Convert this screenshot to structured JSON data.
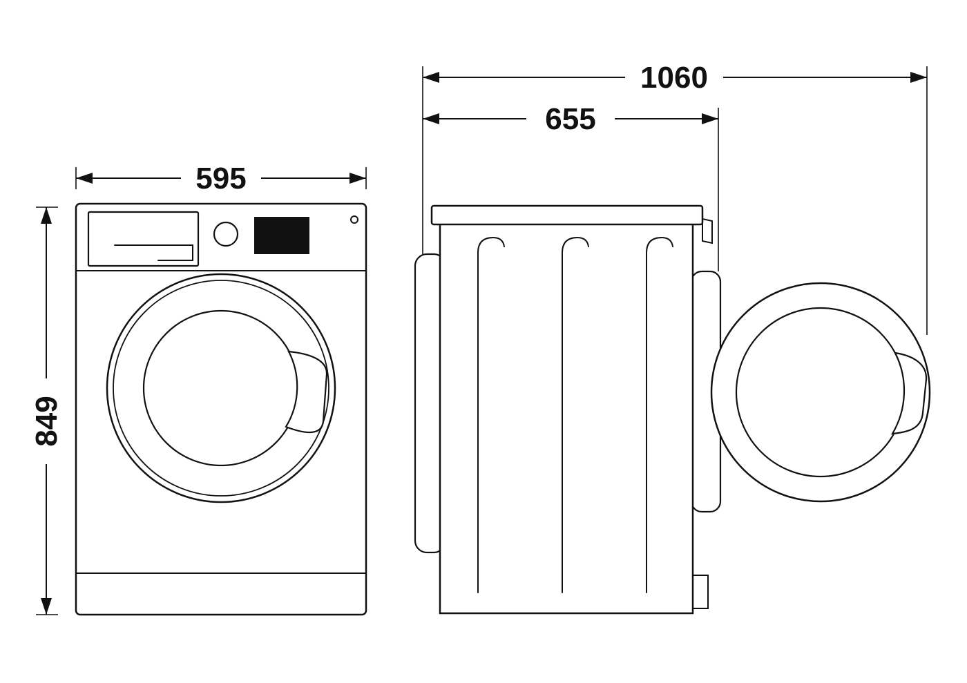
{
  "dimensions": {
    "front_width": "595",
    "front_height": "849",
    "side_depth_door_open": "1060",
    "side_depth_door_closed": "655"
  }
}
